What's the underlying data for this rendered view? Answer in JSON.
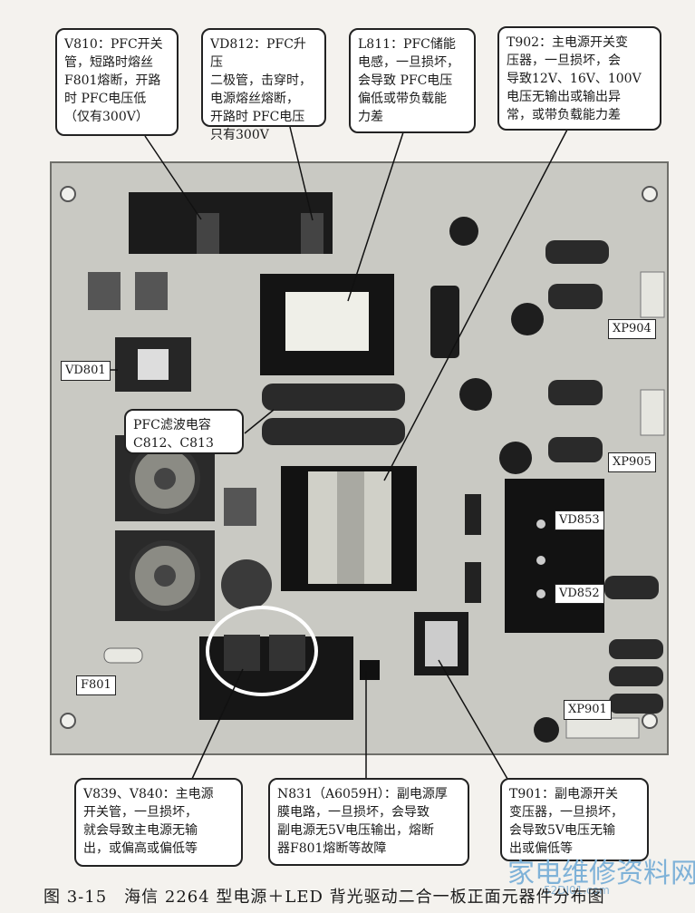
{
  "callouts": {
    "v810": "V810：PFC开关\n管，短路时熔丝\nF801熔断，开路\n时 PFC电压低\n（仅有300V）",
    "vd812": "VD812：PFC升压\n二极管，击穿时，\n电源熔丝熔断，\n开路时 PFC电压\n只有300V",
    "l811": "L811：PFC储能\n电感，一旦损坏，\n会导致 PFC电压\n偏低或带负载能\n力差",
    "t902": "T902：主电源开关变\n压器，一旦损坏，会\n导致12V、16V、100V\n电压无输出或输出异\n常，或带负载能力差",
    "pfc_cap": "PFC滤波电容\nC812、C813",
    "v839": "V839、V840：主电源\n开关管，一旦损坏，\n就会导致主电源无输\n出，或偏高或偏低等",
    "n831": "N831（A6059H）：副电源厚\n膜电路，一旦损坏，会导致\n副电源无5V电压输出，熔断\n器F801熔断等故障",
    "t901": "T901：副电源开关\n变压器，一旦损坏，\n会导致5V电压无输\n出或偏低等"
  },
  "tags": {
    "vd801": "VD801",
    "f801": "F801",
    "xp904": "XP904",
    "xp905": "XP905",
    "vd853": "VD853",
    "vd852": "VD852",
    "xp901": "XP901"
  },
  "caption": "图 3-15　海信 2264 型电源＋LED 背光驱动二合一板正面元器件分布图",
  "watermark": {
    "brand": "家电维修资料网",
    "url": "52DJ01.com"
  }
}
